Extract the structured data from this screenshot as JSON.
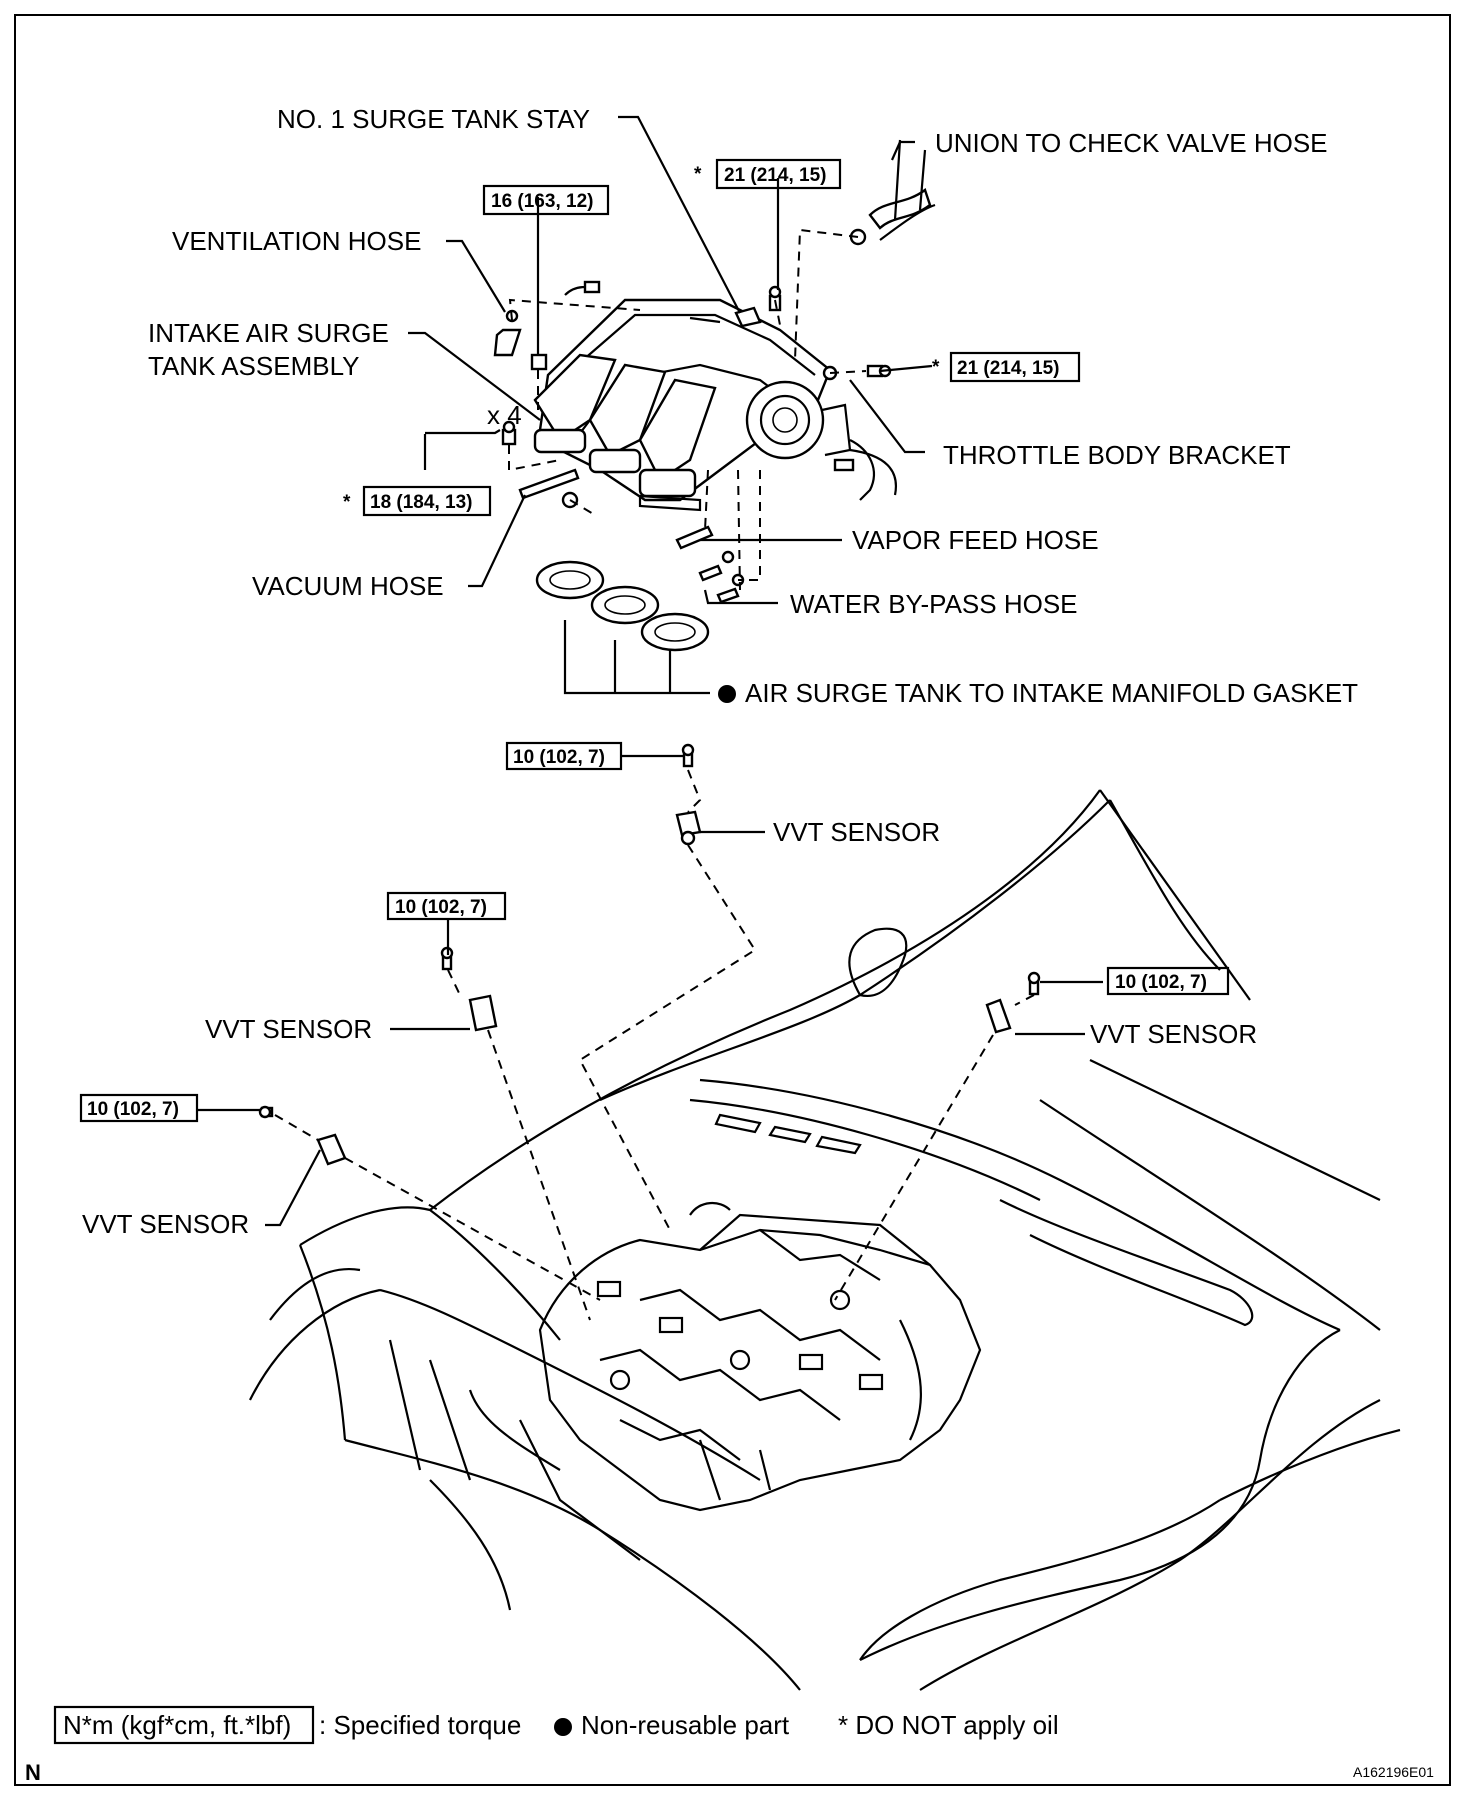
{
  "labels": {
    "surge_tank_stay": "NO. 1 SURGE TANK STAY",
    "union_hose": "UNION TO CHECK VALVE HOSE",
    "ventilation_hose": "VENTILATION HOSE",
    "surge_tank_line1": "INTAKE AIR SURGE",
    "surge_tank_line2": "TANK ASSEMBLY",
    "x4": "x 4",
    "throttle_bracket": "THROTTLE BODY BRACKET",
    "vapor_hose": "VAPOR FEED HOSE",
    "vacuum_hose": "VACUUM HOSE",
    "water_hose": "WATER BY-PASS HOSE",
    "gasket": "AIR SURGE TANK TO INTAKE MANIFOLD GASKET",
    "vvt_top": "VVT SENSOR",
    "vvt_left_mid": "VVT SENSOR",
    "vvt_right": "VVT SENSOR",
    "vvt_left_low": "VVT SENSOR"
  },
  "torques": {
    "stay_bolt": "21 (214, 15)",
    "tank_nut": "16 (163, 12)",
    "bracket_bolt": "21 (214, 15)",
    "tank_bolt": "18 (184, 13)",
    "vvt_top": "10 (102, 7)",
    "vvt_left_mid": "10 (102, 7)",
    "vvt_right": "10 (102, 7)",
    "vvt_left_low": "10 (102, 7)"
  },
  "marks": {
    "star": "*",
    "dot": "●"
  },
  "legend": {
    "unit_box": "N*m (kgf*cm, ft.*lbf)",
    "torque_text": ": Specified torque",
    "nonreusable_text": "Non-reusable part",
    "oil_text": "* DO NOT apply oil"
  },
  "corner": {
    "north": "N",
    "figure_id": "A162196E01"
  }
}
